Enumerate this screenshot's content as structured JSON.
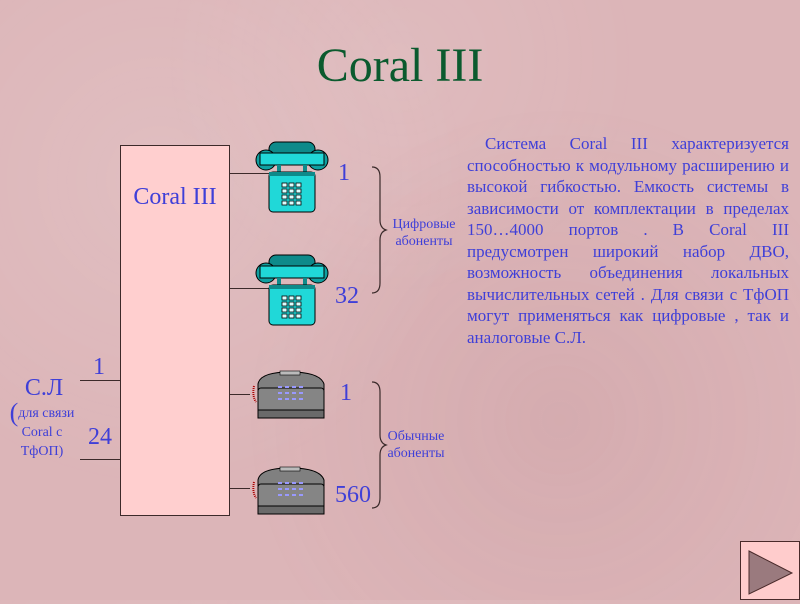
{
  "slide": {
    "title": "Coral III",
    "box_label": "Coral III",
    "trunk": {
      "label_main": "С.Л",
      "label_paren_open": "(",
      "label_sub1": "для связи",
      "label_sub2": "Coral с",
      "label_sub3": "ТфОП)",
      "first": "1",
      "last": "24"
    },
    "digital": {
      "first": "1",
      "last": "32",
      "label_line1": "Цифровые",
      "label_line2": "абоненты"
    },
    "analog": {
      "first": "1",
      "last": "560",
      "label_line1": "Обычные",
      "label_line2": "абоненты"
    },
    "description": "Система Coral III характеризуется способностью к модульному расширению и высокой гибкостью. Емкость системы в зависимости от комплектации в пределах 150…4000 портов . В Coral III предусмотрен широкий набор ДВО, возможность объединения локальных вычислительных сетей . Для связи с ТфОП могут применяться как цифровые , так и аналоговые С.Л.",
    "nav": {
      "next_icon": "play-triangle-icon"
    }
  },
  "colors": {
    "title": "#0b5a2e",
    "text": "#3f3fd8",
    "box_fill": "#ffcfcf",
    "background": "#dcb5b8",
    "digital_phone": "#1fd4d4",
    "analog_phone": "#888888"
  }
}
